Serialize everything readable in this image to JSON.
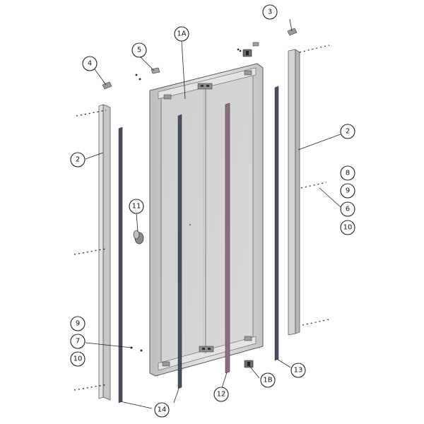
{
  "callouts": {
    "c1A": "1A",
    "c1B": "1B",
    "c2_left": "2",
    "c2_right": "2",
    "c3": "3",
    "c4": "4",
    "c5": "5",
    "c6": "6",
    "c7": "7",
    "c8": "8",
    "c9_right": "9",
    "c9_left": "9",
    "c10_right": "10",
    "c10_left": "10",
    "c11": "11",
    "c12": "12",
    "c13": "13",
    "c14": "14"
  },
  "colors": {
    "frame": "#d8d8d8",
    "frame_edge": "#5a5a5a",
    "glass": "#d0d0d0",
    "seal_dark": "#4b4d63",
    "seal_pink": "#8a6f7e",
    "outline": "#222222"
  }
}
